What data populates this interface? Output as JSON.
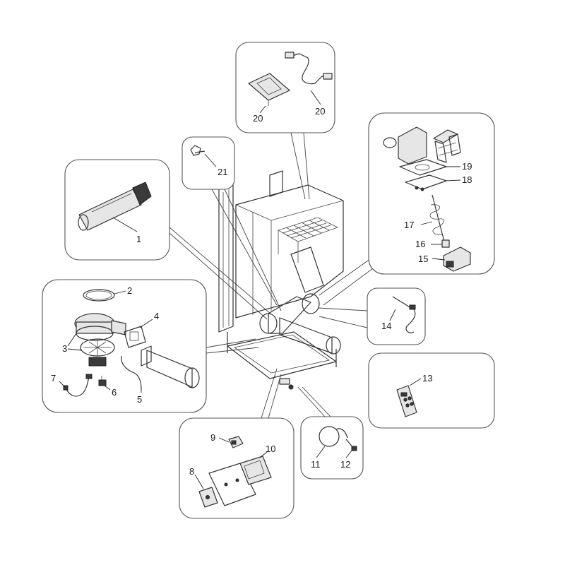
{
  "callouts": {
    "c1": "1",
    "c2": "2",
    "c3": "3",
    "c4": "4",
    "c5": "5",
    "c6": "6",
    "c7": "7",
    "c8": "8",
    "c9": "9",
    "c10": "10",
    "c11": "11",
    "c12": "12",
    "c13": "13",
    "c14": "14",
    "c15": "15",
    "c16": "16",
    "c17": "17",
    "c18": "18",
    "c19": "19",
    "c20a": "20",
    "c20b": "20",
    "c21": "21"
  },
  "colors": {
    "line": "#333333",
    "box_border": "#555555",
    "background": "#ffffff"
  }
}
